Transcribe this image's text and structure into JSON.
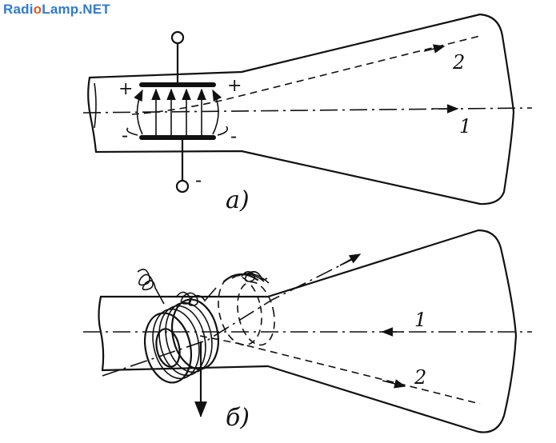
{
  "watermark": {
    "part1": "Radi",
    "part2": "o",
    "part3": "Lamp.NET"
  },
  "diagram_a": {
    "caption": "а)",
    "beam_1_label": "1",
    "beam_2_label": "2",
    "plate_top_sign_left": "+",
    "plate_top_sign_right": "+",
    "plate_bottom_sign_left": "-",
    "plate_bottom_sign_right": "-",
    "terminal_bottom_sign": "-"
  },
  "diagram_b": {
    "caption": "б)",
    "beam_1_label": "1",
    "beam_2_label": "2"
  },
  "colors": {
    "ink": "#111111",
    "logo_blue": "#2e7bd1",
    "logo_orange": "#e05a1a"
  }
}
